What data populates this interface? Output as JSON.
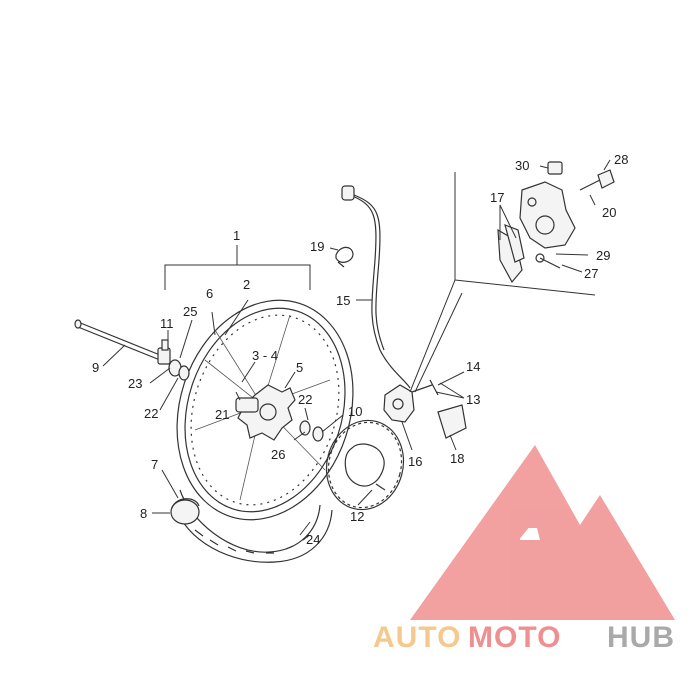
{
  "callouts": {
    "c1": "1",
    "c2": "2",
    "c3_4": "3 - 4",
    "c5": "5",
    "c6": "6",
    "c7": "7",
    "c8": "8",
    "c9": "9",
    "c10": "10",
    "c11": "11",
    "c12": "12",
    "c13": "13",
    "c14": "14",
    "c15": "15",
    "c16": "16",
    "c17": "17",
    "c18": "18",
    "c19": "19",
    "c20": "20",
    "c21": "21",
    "c22a": "22",
    "c22b": "22",
    "c23": "23",
    "c24": "24",
    "c25": "25",
    "c26": "26",
    "c27": "27",
    "c28": "28",
    "c29": "29",
    "c30": "30"
  },
  "watermark": {
    "word_auto": "AUTO",
    "word_moto": "MOTO",
    "word_hub": "HUB",
    "colors": {
      "auto": "#f5c98e",
      "moto": "#f08f8f",
      "hub": "#a9a9a9",
      "logo": "#f08f8f"
    }
  }
}
